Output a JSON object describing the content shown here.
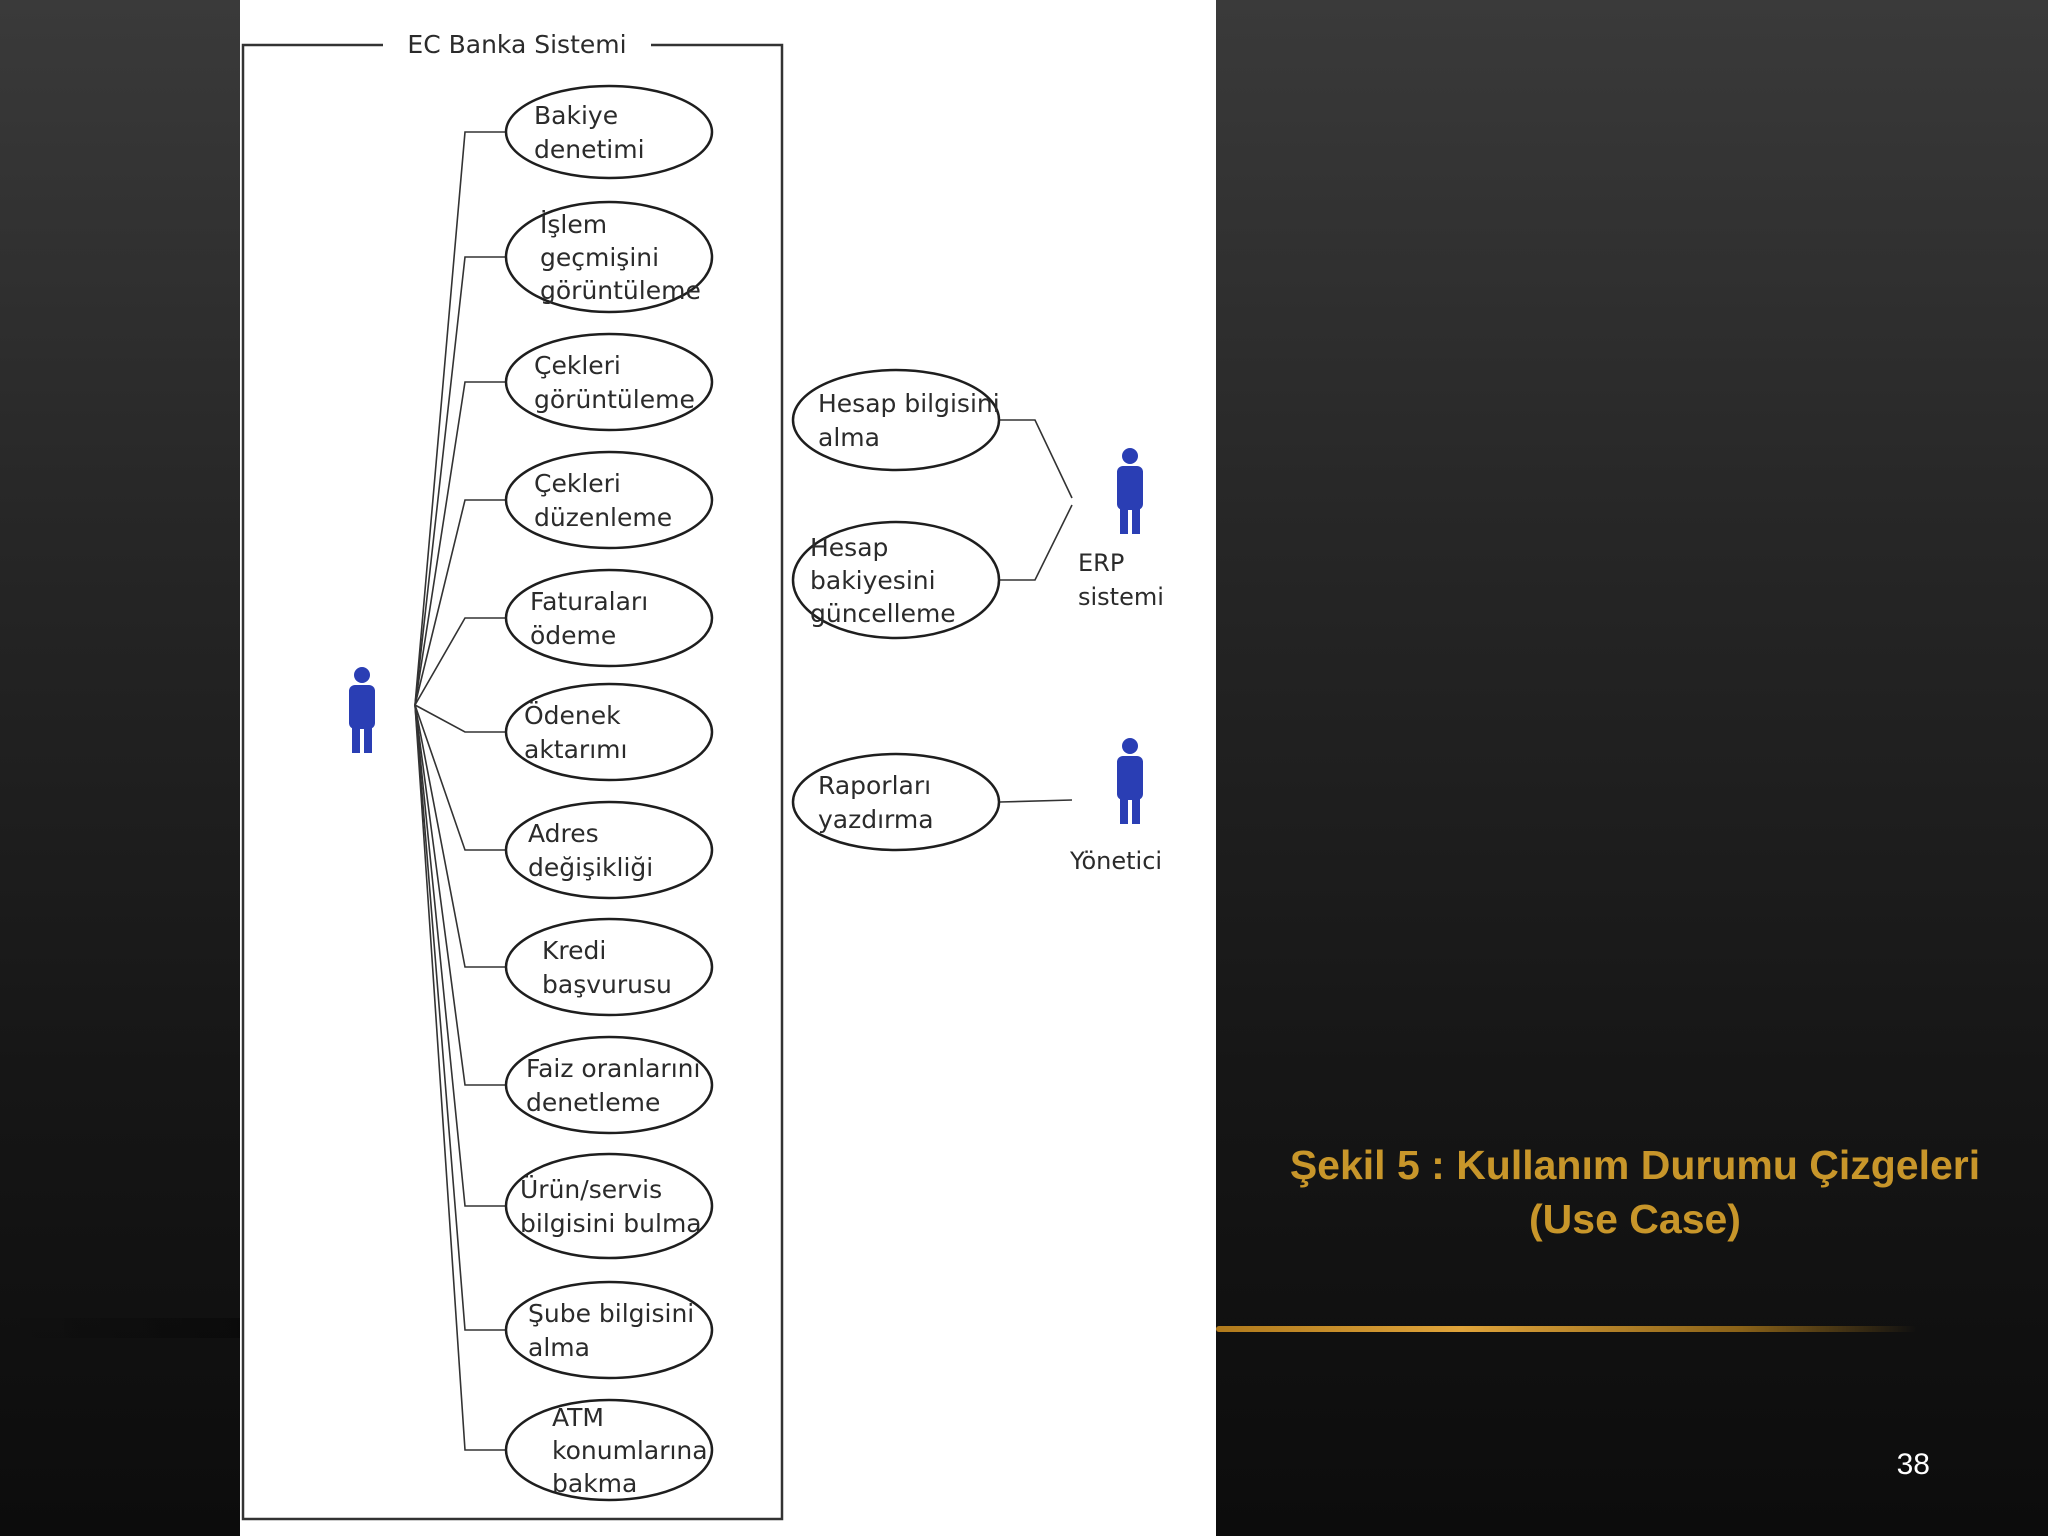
{
  "diagram": {
    "system_title": "EC Banka Sistemi",
    "customer_use_cases": [
      {
        "lines": [
          "Bakiye",
          "denetimi"
        ]
      },
      {
        "lines": [
          "İşlem",
          "geçmişini",
          "görüntüleme"
        ]
      },
      {
        "lines": [
          "Çekleri",
          "görüntüleme"
        ]
      },
      {
        "lines": [
          "Çekleri",
          "düzenleme"
        ]
      },
      {
        "lines": [
          "Faturaları",
          "ödeme"
        ]
      },
      {
        "lines": [
          "Ödenek",
          "aktarımı"
        ]
      },
      {
        "lines": [
          "Adres",
          "değişikliği"
        ]
      },
      {
        "lines": [
          "Kredi",
          "başvurusu"
        ]
      },
      {
        "lines": [
          "Faiz oranlarını",
          "denetleme"
        ]
      },
      {
        "lines": [
          "Ürün/servis",
          "bilgisini bulma"
        ]
      },
      {
        "lines": [
          "Şube bilgisini",
          "alma"
        ]
      },
      {
        "lines": [
          "ATM",
          "konumlarına",
          "bakma"
        ]
      }
    ],
    "system_use_cases": [
      {
        "lines": [
          "Hesap bilgisini",
          "alma"
        ]
      },
      {
        "lines": [
          "Hesap",
          "bakiyesini",
          "güncelleme"
        ]
      },
      {
        "lines": [
          "Raporları",
          "yazdırma"
        ]
      }
    ],
    "actors": {
      "erp_label": [
        "ERP",
        "sistemi"
      ],
      "admin_label": [
        "Yönetici"
      ]
    },
    "colors": {
      "actor": "#2a3eb4",
      "line": "#333333"
    }
  },
  "caption": {
    "text": "Şekil 5 : Kullanım Durumu Çizgeleri (Use Case)"
  },
  "page_number": "38"
}
